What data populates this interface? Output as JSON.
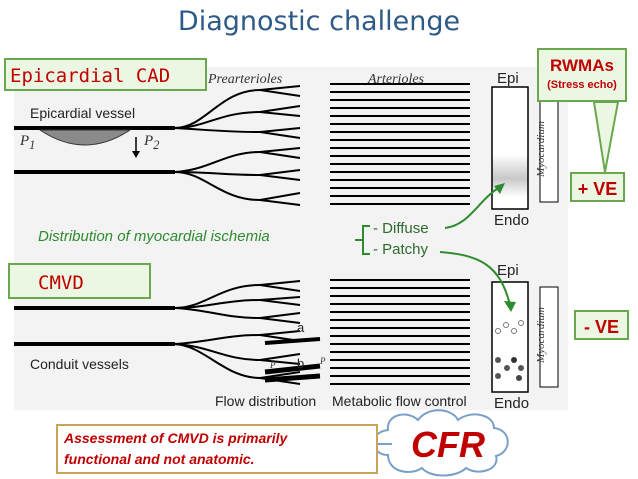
{
  "title": "Diagnostic challenge",
  "labels": {
    "epicardial_cad": "Epicardial CAD",
    "cmvd": "CMVD",
    "rwmas": "RWMAs",
    "stress_echo": "(Stress echo)",
    "plus_ve": "+ VE",
    "minus_ve": "- VE",
    "distribution": "Distribution of myocardial ischemia",
    "diffuse": "- Diffuse",
    "patchy": "- Patchy",
    "cfr": "CFR",
    "assessment_line1": "Assessment of CMVD  is primarily",
    "assessment_line2": "functional and not anatomic."
  },
  "figure": {
    "prearterioles": "Prearterioles",
    "arterioles": "Arterioles",
    "epi_top": "Epi",
    "endo_top": "Endo",
    "epi_bottom": "Epi",
    "endo_bottom": "Endo",
    "myocardium_top": "Myocardium",
    "myocardium_bottom": "Myocardium",
    "epicardial_vessel": "Epicardial vessel",
    "p1": "P",
    "p1_sub": "1",
    "p2": "P",
    "p2_sub": "2",
    "conduit_vessels": "Conduit vessels",
    "a": "a",
    "b": "b",
    "small_p1": "P",
    "small_p2": "P",
    "flow_distribution": "Flow distribution",
    "metabolic": "Metabolic flow control"
  },
  "colors": {
    "title": "#2e5a88",
    "red_text": "#c00000",
    "green_border": "#6aa84f",
    "green_fill": "#ebf6e3",
    "green_text": "#2e8b2e"
  }
}
